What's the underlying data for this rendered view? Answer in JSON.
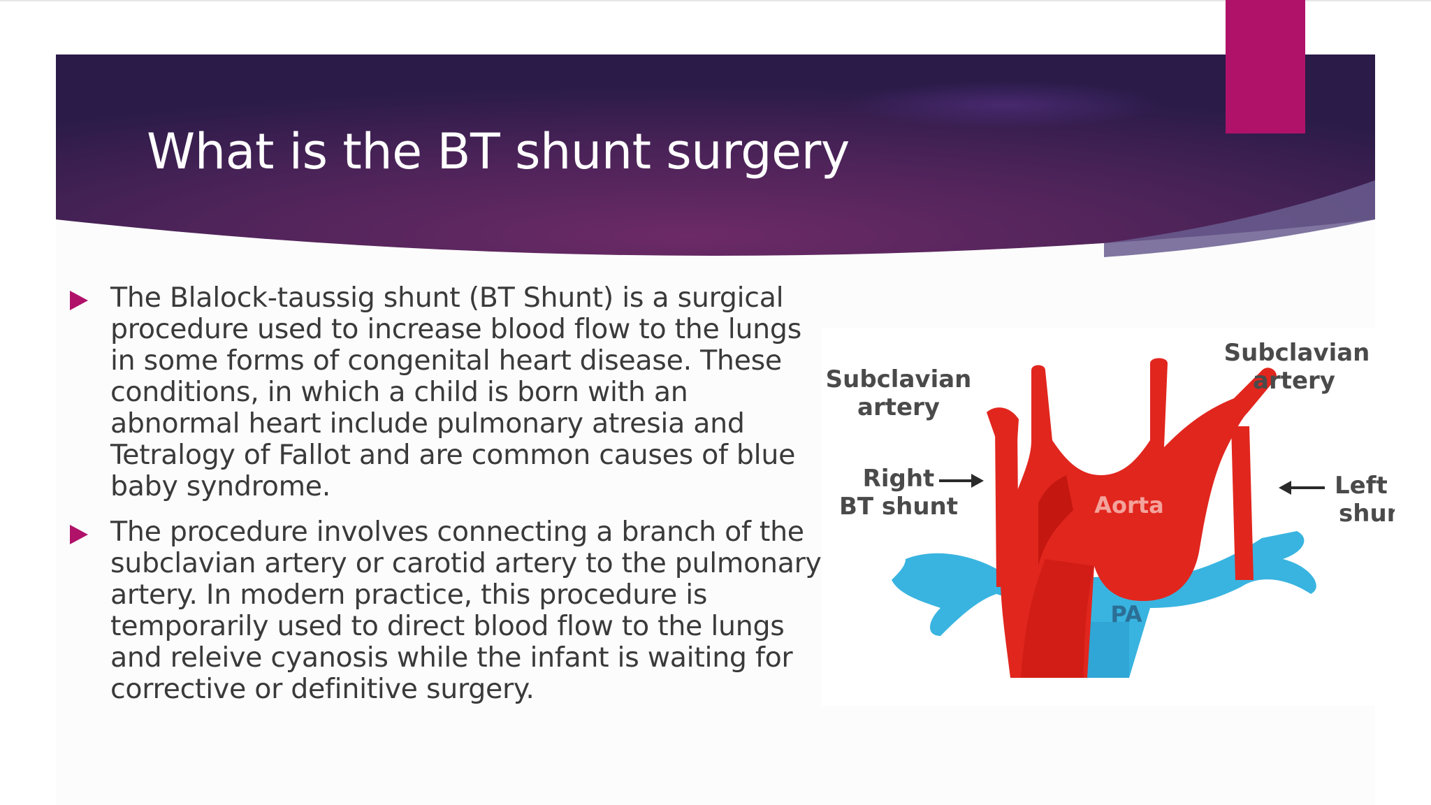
{
  "slide": {
    "title": "What is the BT shunt surgery",
    "colors": {
      "banner_dark": "#2a1a48",
      "banner_mid": "#6b2a67",
      "accent": "#b0126a",
      "bullet_text": "#3a3a3a"
    },
    "bullets": [
      {
        "text": "The Blalock-taussig shunt (BT Shunt) is a surgical procedure used to increase blood flow to the lungs in some forms of congenital heart disease. These conditions, in which a child is born with an abnormal heart include pulmonary atresia and Tetralogy of Fallot and are common causes of blue baby syndrome.",
        "icon": "triangle-bullet-icon"
      },
      {
        "text": "The procedure involves connecting a branch of the subclavian artery or carotid artery to the pulmonary artery. In modern practice, this procedure is temporarily used to direct blood flow to the lungs and releive cyanosis while the infant is waiting for corrective or definitive surgery.",
        "icon": "triangle-bullet-icon"
      }
    ]
  },
  "diagram": {
    "labels": {
      "subclavian_left_1": "Subclavian",
      "subclavian_left_2": "artery",
      "subclavian_right_1": "Subclavian",
      "subclavian_right_2": "artery",
      "right_bt_1": "Right",
      "right_bt_2": "BT shunt",
      "left_bt_1": "Left BT",
      "left_bt_2": "shunt",
      "aorta": "Aorta",
      "pa": "PA"
    },
    "colors": {
      "artery_red": "#e0221b",
      "artery_dark": "#b8150f",
      "pa_blue": "#35b6e3",
      "pa_dark": "#1e8fc0"
    }
  }
}
